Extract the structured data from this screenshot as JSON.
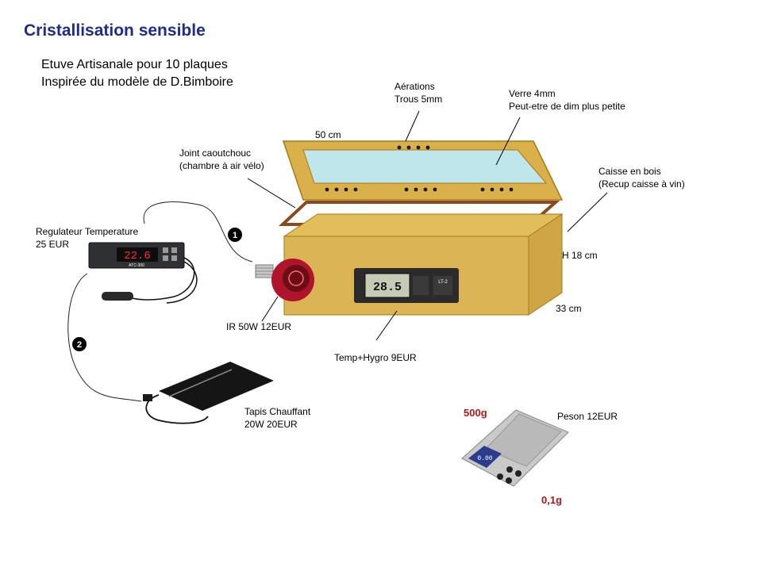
{
  "title": "Cristallisation sensible",
  "subtitle": [
    "Etuve Artisanale pour 10 plaques",
    "Inspirée du modèle de D.Bimboire"
  ],
  "labels": {
    "aerations": [
      "Aérations",
      "Trous 5mm"
    ],
    "verre": [
      "Verre 4mm",
      "Peut-etre de dim plus petite"
    ],
    "width": "50 cm",
    "joint": [
      "Joint caoutchouc",
      "(chambre à air vélo)"
    ],
    "caisse": [
      "Caisse en bois",
      "(Recup caisse à vin)"
    ],
    "regulateur": [
      "Regulateur Temperature",
      "25 EUR"
    ],
    "height": "H 18 cm",
    "depth": "33 cm",
    "ir": "IR  50W 12EUR",
    "hygro": "Temp+Hygro 9EUR",
    "tapis": [
      "Tapis Chauffant",
      "20W 20EUR"
    ],
    "peson": "Peson 12EUR",
    "scale_max": "500g",
    "scale_min": "0,1g"
  },
  "markers": [
    "1",
    "2"
  ],
  "device_text": {
    "regulator_display": "22.6",
    "regulator_model": "ATC-300",
    "hygro_display": "28.5",
    "hygro_model": "LT-2",
    "scale_display": "0.00"
  },
  "colors": {
    "title": "#1f2d8a",
    "wood": "#d9b04a",
    "frame": "#c8961f",
    "glass": "#bfe6ea",
    "joint": "#8a4a1f",
    "lamp": "#b0142a"
  }
}
